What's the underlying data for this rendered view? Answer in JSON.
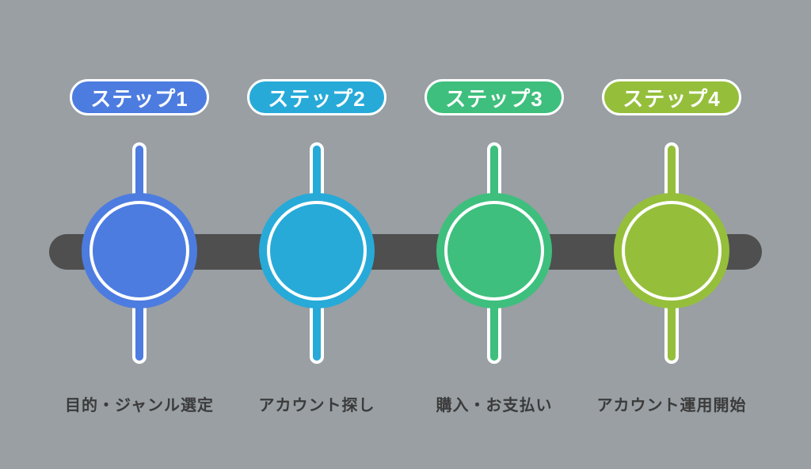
{
  "background_color": "#999fa3",
  "label_color": "#3b3b3b",
  "timeline": {
    "bar_color": "#4f4f4f"
  },
  "steps": [
    {
      "badge": "ステップ1",
      "label": "目的・ジャンル選定",
      "color": "#4d7ce0"
    },
    {
      "badge": "ステップ2",
      "label": "アカウント探し",
      "color": "#27aad8"
    },
    {
      "badge": "ステップ3",
      "label": "購入・お支払い",
      "color": "#3ebf7d"
    },
    {
      "badge": "ステップ4",
      "label": "アカウント運用開始",
      "color": "#95bf3b"
    }
  ]
}
